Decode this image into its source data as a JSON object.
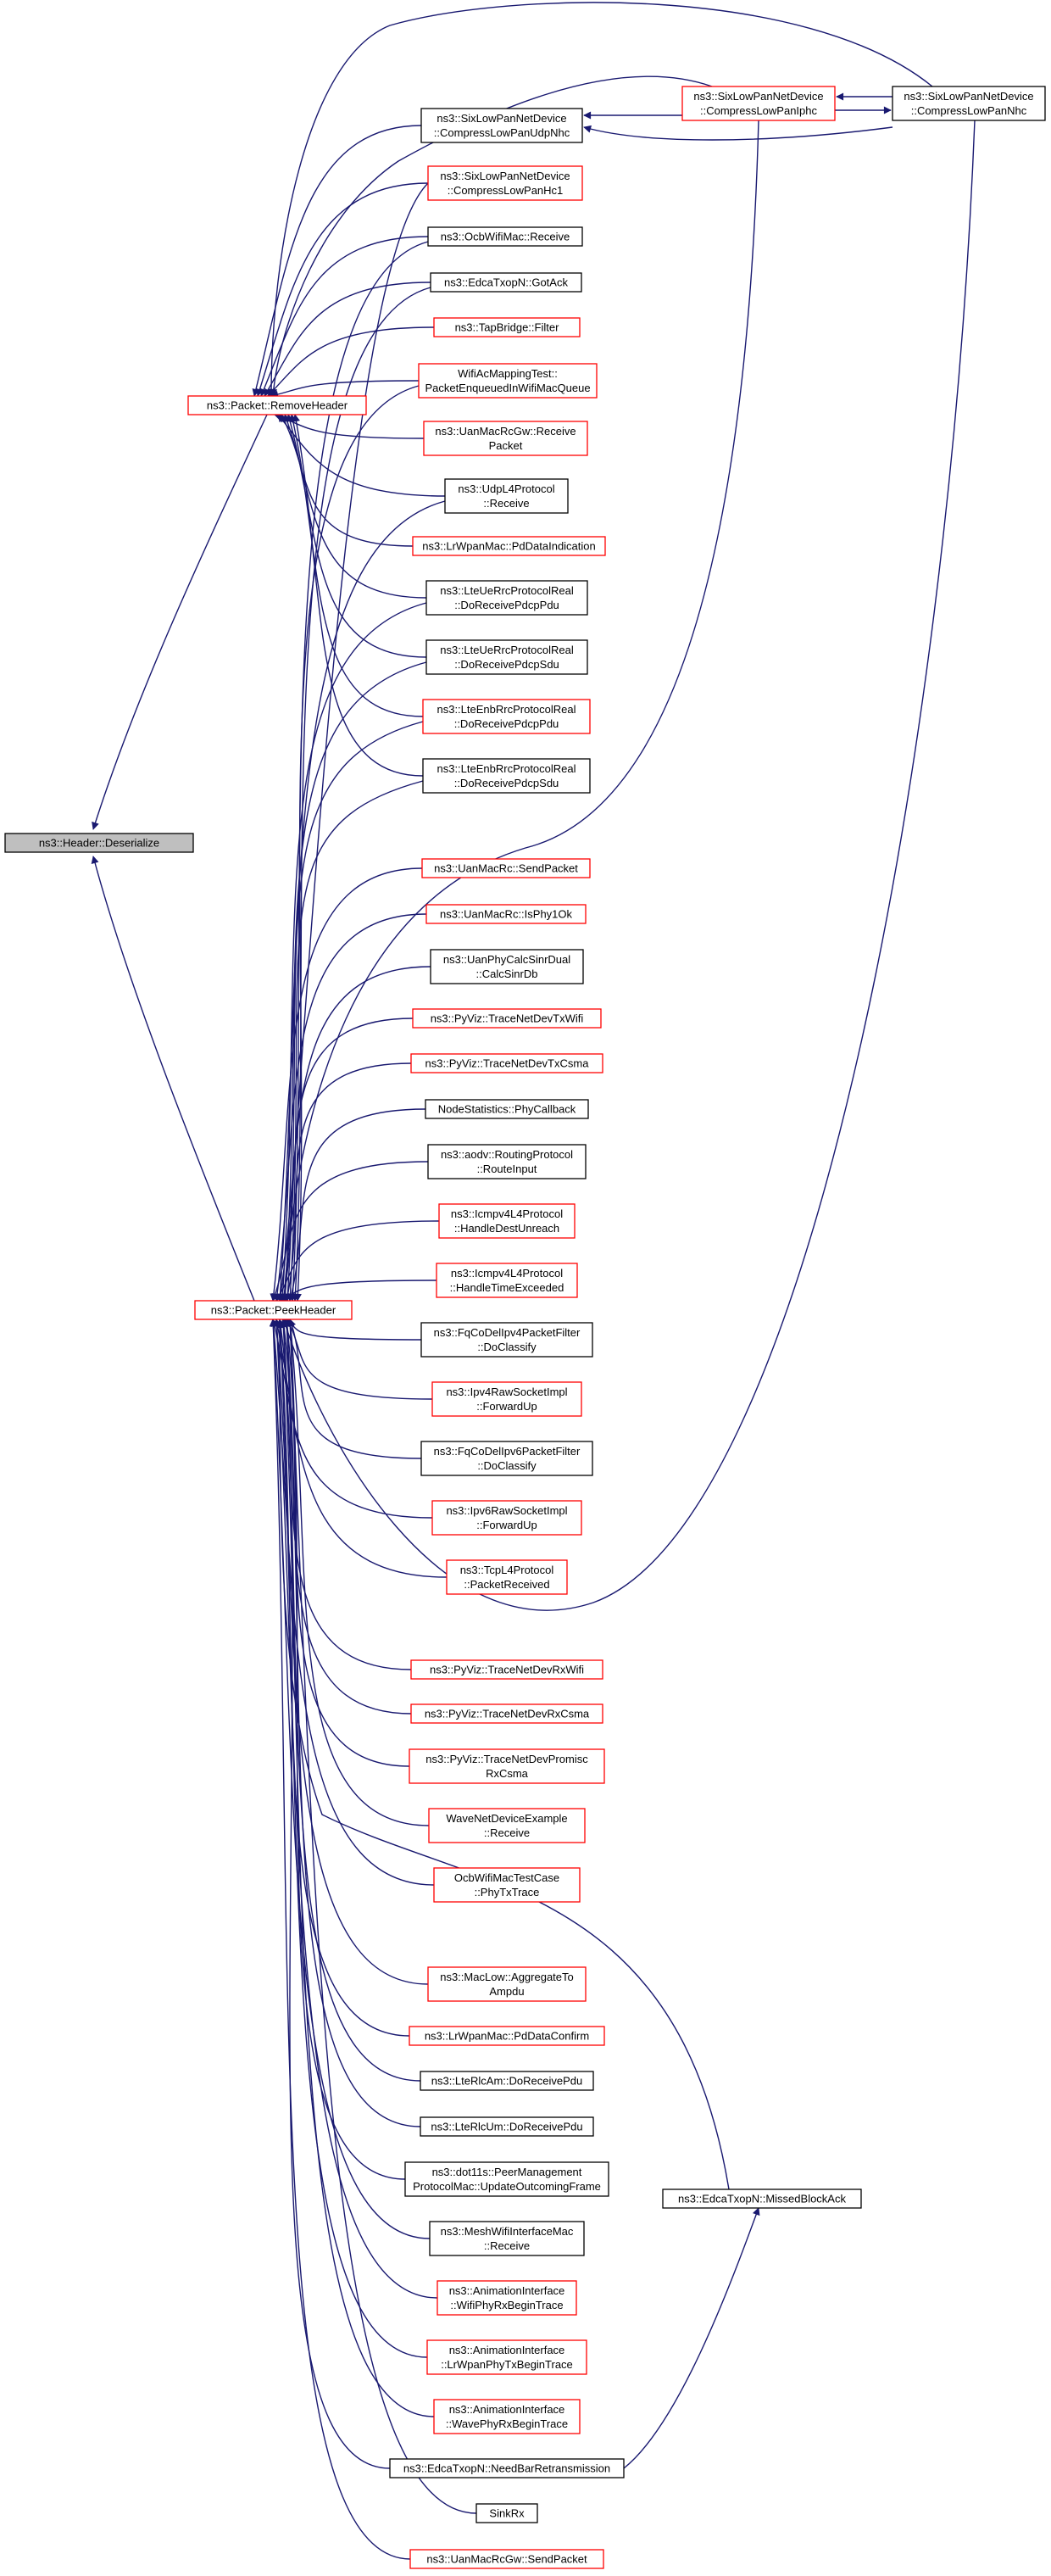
{
  "colors": {
    "edge": "#191970",
    "border_documented": "#000000",
    "border_undocumented": "#ff0000",
    "root_fill": "#bfbfbf",
    "node_fill": "#ffffff"
  },
  "graph": {
    "nodes": [
      {
        "id": "deserialize",
        "lines": [
          "ns3::Header::Deserialize"
        ],
        "style": "root"
      },
      {
        "id": "removeheader",
        "lines": [
          "ns3::Packet::RemoveHeader"
        ],
        "style": "red"
      },
      {
        "id": "peekheader",
        "lines": [
          "ns3::Packet::PeekHeader"
        ],
        "style": "red"
      },
      {
        "id": "compressudpnhc",
        "lines": [
          "ns3::SixLowPanNetDevice",
          "::CompressLowPanUdpNhc"
        ],
        "style": "black"
      },
      {
        "id": "compressiphc",
        "lines": [
          "ns3::SixLowPanNetDevice",
          "::CompressLowPanIphc"
        ],
        "style": "red"
      },
      {
        "id": "compressnhc",
        "lines": [
          "ns3::SixLowPanNetDevice",
          "::CompressLowPanNhc"
        ],
        "style": "black"
      },
      {
        "id": "compresshc1",
        "lines": [
          "ns3::SixLowPanNetDevice",
          "::CompressLowPanHc1"
        ],
        "style": "red"
      },
      {
        "id": "ocbreceive",
        "lines": [
          "ns3::OcbWifiMac::Receive"
        ],
        "style": "black"
      },
      {
        "id": "gotack",
        "lines": [
          "ns3::EdcaTxopN::GotAck"
        ],
        "style": "black"
      },
      {
        "id": "tapfilter",
        "lines": [
          "ns3::TapBridge::Filter"
        ],
        "style": "red"
      },
      {
        "id": "wifiacmapping",
        "lines": [
          "WifiAcMappingTest::",
          "PacketEnqueuedInWifiMacQueue"
        ],
        "style": "red"
      },
      {
        "id": "uanrcgwreceive",
        "lines": [
          "ns3::UanMacRcGw::Receive",
          "Packet"
        ],
        "style": "red"
      },
      {
        "id": "udpl4receive",
        "lines": [
          "ns3::UdpL4Protocol",
          "::Receive"
        ],
        "style": "black"
      },
      {
        "id": "pddataind",
        "lines": [
          "ns3::LrWpanMac::PdDataIndication"
        ],
        "style": "red"
      },
      {
        "id": "lteuepdcppdu",
        "lines": [
          "ns3::LteUeRrcProtocolReal",
          "::DoReceivePdcpPdu"
        ],
        "style": "black"
      },
      {
        "id": "lteuepdcpsdu",
        "lines": [
          "ns3::LteUeRrcProtocolReal",
          "::DoReceivePdcpSdu"
        ],
        "style": "black"
      },
      {
        "id": "lteenbpdcppdu",
        "lines": [
          "ns3::LteEnbRrcProtocolReal",
          "::DoReceivePdcpPdu"
        ],
        "style": "red"
      },
      {
        "id": "lteenbpdcpsdu",
        "lines": [
          "ns3::LteEnbRrcProtocolReal",
          "::DoReceivePdcpSdu"
        ],
        "style": "black"
      },
      {
        "id": "uanrcsend",
        "lines": [
          "ns3::UanMacRc::SendPacket"
        ],
        "style": "red"
      },
      {
        "id": "isphy1ok",
        "lines": [
          "ns3::UanMacRc::IsPhy1Ok"
        ],
        "style": "red"
      },
      {
        "id": "sinrdual",
        "lines": [
          "ns3::UanPhyCalcSinrDual",
          "::CalcSinrDb"
        ],
        "style": "black"
      },
      {
        "id": "txwifi",
        "lines": [
          "ns3::PyViz::TraceNetDevTxWifi"
        ],
        "style": "red"
      },
      {
        "id": "txcsma",
        "lines": [
          "ns3::PyViz::TraceNetDevTxCsma"
        ],
        "style": "red"
      },
      {
        "id": "nodestats",
        "lines": [
          "NodeStatistics::PhyCallback"
        ],
        "style": "black"
      },
      {
        "id": "aodvroute",
        "lines": [
          "ns3::aodv::RoutingProtocol",
          "::RouteInput"
        ],
        "style": "black"
      },
      {
        "id": "icmpunreach",
        "lines": [
          "ns3::Icmpv4L4Protocol",
          "::HandleDestUnreach"
        ],
        "style": "red"
      },
      {
        "id": "icmptime",
        "lines": [
          "ns3::Icmpv4L4Protocol",
          "::HandleTimeExceeded"
        ],
        "style": "red"
      },
      {
        "id": "fqipv4",
        "lines": [
          "ns3::FqCoDelIpv4PacketFilter",
          "::DoClassify"
        ],
        "style": "black"
      },
      {
        "id": "ipv4raw",
        "lines": [
          "ns3::Ipv4RawSocketImpl",
          "::ForwardUp"
        ],
        "style": "red"
      },
      {
        "id": "fqipv6",
        "lines": [
          "ns3::FqCoDelIpv6PacketFilter",
          "::DoClassify"
        ],
        "style": "black"
      },
      {
        "id": "ipv6raw",
        "lines": [
          "ns3::Ipv6RawSocketImpl",
          "::ForwardUp"
        ],
        "style": "red"
      },
      {
        "id": "tcpreceived",
        "lines": [
          "ns3::TcpL4Protocol",
          "::PacketReceived"
        ],
        "style": "red"
      },
      {
        "id": "rxwifi",
        "lines": [
          "ns3::PyViz::TraceNetDevRxWifi"
        ],
        "style": "red"
      },
      {
        "id": "rxcsma",
        "lines": [
          "ns3::PyViz::TraceNetDevRxCsma"
        ],
        "style": "red"
      },
      {
        "id": "promisc",
        "lines": [
          "ns3::PyViz::TraceNetDevPromisc",
          "RxCsma"
        ],
        "style": "red"
      },
      {
        "id": "wavereceive",
        "lines": [
          "WaveNetDeviceExample",
          "::Receive"
        ],
        "style": "red"
      },
      {
        "id": "ocbphytx",
        "lines": [
          "OcbWifiMacTestCase",
          "::PhyTxTrace"
        ],
        "style": "red"
      },
      {
        "id": "ampdu",
        "lines": [
          "ns3::MacLow::AggregateTo",
          "Ampdu"
        ],
        "style": "red"
      },
      {
        "id": "pddataconfirm",
        "lines": [
          "ns3::LrWpanMac::PdDataConfirm"
        ],
        "style": "red"
      },
      {
        "id": "rlcam",
        "lines": [
          "ns3::LteRlcAm::DoReceivePdu"
        ],
        "style": "black"
      },
      {
        "id": "rlcum",
        "lines": [
          "ns3::LteRlcUm::DoReceivePdu"
        ],
        "style": "black"
      },
      {
        "id": "dot11s",
        "lines": [
          "ns3::dot11s::PeerManagement",
          "ProtocolMac::UpdateOutcomingFrame"
        ],
        "style": "black"
      },
      {
        "id": "meshreceive",
        "lines": [
          "ns3::MeshWifiInterfaceMac",
          "::Receive"
        ],
        "style": "black"
      },
      {
        "id": "animwifi",
        "lines": [
          "ns3::AnimationInterface",
          "::WifiPhyRxBeginTrace"
        ],
        "style": "red"
      },
      {
        "id": "animlrwpan",
        "lines": [
          "ns3::AnimationInterface",
          "::LrWpanPhyTxBeginTrace"
        ],
        "style": "red"
      },
      {
        "id": "animwave",
        "lines": [
          "ns3::AnimationInterface",
          "::WavePhyRxBeginTrace"
        ],
        "style": "red"
      },
      {
        "id": "needbar",
        "lines": [
          "ns3::EdcaTxopN::NeedBarRetransmission"
        ],
        "style": "black"
      },
      {
        "id": "sinkrx",
        "lines": [
          "SinkRx"
        ],
        "style": "black"
      },
      {
        "id": "uangwsend",
        "lines": [
          "ns3::UanMacRcGw::SendPacket"
        ],
        "style": "red"
      },
      {
        "id": "missedack",
        "lines": [
          "ns3::EdcaTxopN::MissedBlockAck"
        ],
        "style": "black"
      }
    ]
  }
}
